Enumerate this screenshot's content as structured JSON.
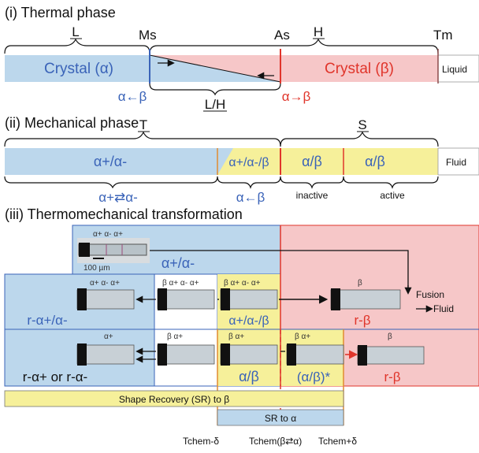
{
  "section_i": {
    "title": "(i) Thermal phase",
    "brace_L": "L",
    "brace_H": "H",
    "Ms": "Ms",
    "As": "As",
    "Tm": "Tm",
    "crystal_alpha": "Crystal (α)",
    "crystal_beta": "Crystal (β)",
    "liquid": "Liquid",
    "alpha_from_beta": "α←β",
    "LH": "L/H",
    "alpha_to_beta": "α→β"
  },
  "section_ii": {
    "title": "(ii) Mechanical phase",
    "brace_T": "T",
    "brace_S": "S",
    "ap_am": "α+/α-",
    "ap_am_b": "α+/α-/β",
    "a_b1": "α/β",
    "a_b2": "α/β",
    "fluid": "Fluid",
    "ap_eq_am": "α+⇄α-",
    "a_from_b": "α←β",
    "inactive": "inactive",
    "active": "active"
  },
  "section_iii": {
    "title": "(iii) Thermomechanical transformation",
    "scale": "100 µm",
    "row0_label": "α+/α-",
    "row0_tag": "α+ α- α+",
    "row1_tag1": "α+ α- α+",
    "row1_tag2": "β α+ α- α+",
    "row1_tag3": "β α+ α- α+",
    "row1_tag4": "β",
    "row1_left": "r-α+/α-",
    "row1_mid": "α+/α-/β",
    "row1_right": "r-β",
    "fusion": "Fusion",
    "to_fluid": "Fluid",
    "row2_tag1": "α+",
    "row2_tag2": "β α+",
    "row2_tag3": "β α+",
    "row2_tag4": "β α+",
    "row2_tag5": "β",
    "row2_left": "r-α+ or r-α-",
    "row2_mid": "α/β",
    "row2_mid2": "(α/β)*",
    "row2_right": "r-β",
    "sr_beta": "Shape Recovery (SR) to β",
    "sr_alpha": "SR to α",
    "t_minus": "Tchem-δ",
    "t_mid": "Tchem(β⇄α)",
    "t_plus": "Tchem+δ"
  },
  "colors": {
    "alpha": "#bcd7ec",
    "beta": "#f6c7c8",
    "mixed": "#f6f09a",
    "text_blue": "#3a63b8",
    "text_red": "#e0352b"
  }
}
